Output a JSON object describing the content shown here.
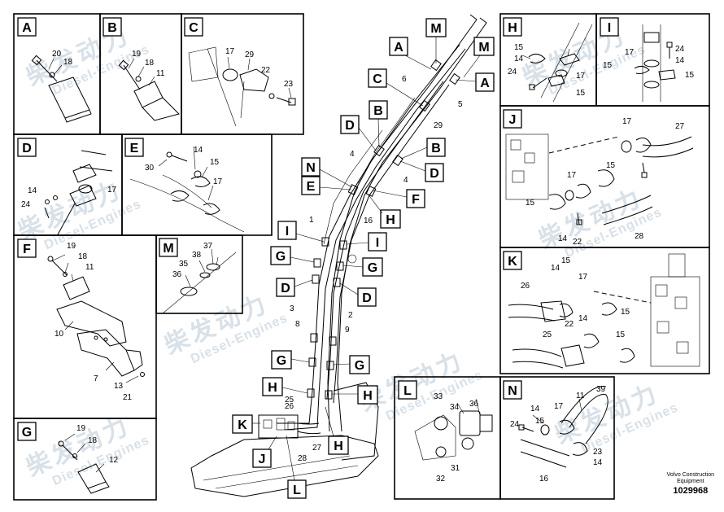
{
  "watermark": {
    "brand_cn": "柴发动力",
    "brand_en": "Diesel-Engines"
  },
  "footer": {
    "company": "Volvo Construction",
    "subtitle": "Equipment",
    "drawing_number": "1029968"
  },
  "panels": {
    "A": {
      "letter": "A",
      "parts": [
        "20",
        "18"
      ]
    },
    "B": {
      "letter": "B",
      "parts": [
        "19",
        "18",
        "11"
      ]
    },
    "C": {
      "letter": "C",
      "parts": [
        "17",
        "29",
        "22",
        "23"
      ]
    },
    "D": {
      "letter": "D",
      "parts": [
        "14",
        "24",
        "17"
      ]
    },
    "E": {
      "letter": "E",
      "parts": [
        "30",
        "14",
        "15",
        "17"
      ]
    },
    "F": {
      "letter": "F",
      "parts": [
        "19",
        "18",
        "11",
        "10",
        "7",
        "13",
        "21"
      ]
    },
    "G": {
      "letter": "G",
      "parts": [
        "19",
        "18",
        "12"
      ]
    },
    "M": {
      "letter": "M",
      "parts": [
        "37",
        "38",
        "35",
        "36"
      ]
    },
    "H": {
      "letter": "H",
      "parts": [
        "15",
        "14",
        "24",
        "17",
        "15"
      ]
    },
    "I": {
      "letter": "I",
      "parts": [
        "24",
        "17",
        "14",
        "15",
        "15"
      ]
    },
    "J": {
      "letter": "J",
      "parts": [
        "17",
        "27",
        "15",
        "17",
        "15",
        "14",
        "22",
        "28"
      ]
    },
    "K": {
      "letter": "K",
      "parts": [
        "15",
        "14",
        "26",
        "17",
        "15",
        "22",
        "14",
        "25",
        "15"
      ]
    },
    "L": {
      "letter": "L",
      "parts": [
        "33",
        "34",
        "36",
        "32",
        "31"
      ]
    },
    "N": {
      "letter": "N",
      "parts": [
        "39",
        "11",
        "14",
        "15",
        "17",
        "24",
        "23",
        "14",
        "16"
      ]
    }
  },
  "main": {
    "callouts": [
      "M",
      "M",
      "A",
      "A",
      "C",
      "B",
      "D",
      "B",
      "D",
      "N",
      "E",
      "F",
      "H",
      "I",
      "I",
      "G",
      "G",
      "D",
      "D",
      "G",
      "G",
      "H",
      "H",
      "K",
      "J",
      "H",
      "L"
    ],
    "numbers": [
      "6",
      "5",
      "29",
      "4",
      "4",
      "1",
      "16",
      "3",
      "2",
      "8",
      "9",
      "26",
      "25",
      "28",
      "27"
    ]
  }
}
